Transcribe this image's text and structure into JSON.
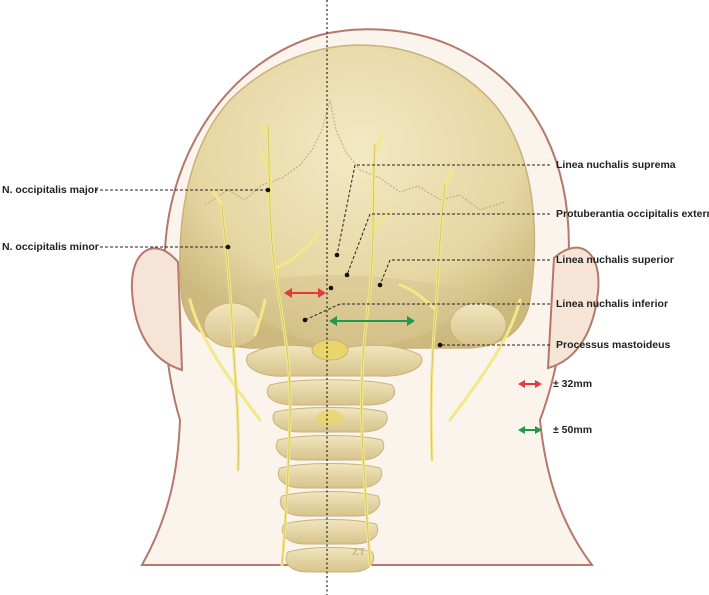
{
  "labels": {
    "left": [
      "N. occipitalis major",
      "N. occipitalis minor"
    ],
    "right": [
      "Linea nuchalis suprema",
      "Protuberantia occipitalis externa",
      "Linea nuchalis superior",
      "Linea nuchalis inferior",
      "Processus mastoideus"
    ]
  },
  "legend": [
    {
      "text": "± 32mm",
      "color": "#e03a3e"
    },
    {
      "text": "± 50mm",
      "color": "#1e9a4a"
    }
  ],
  "signature": "ZT",
  "colors": {
    "skin_outline": "#b5786a",
    "skin_fill": "#fbf4ec",
    "bone": "#ece0b5",
    "bone_shade": "#cbb780",
    "nerve": "#f4e78a",
    "red_arrow": "#e03a3e",
    "green_arrow": "#1e9a4a"
  }
}
